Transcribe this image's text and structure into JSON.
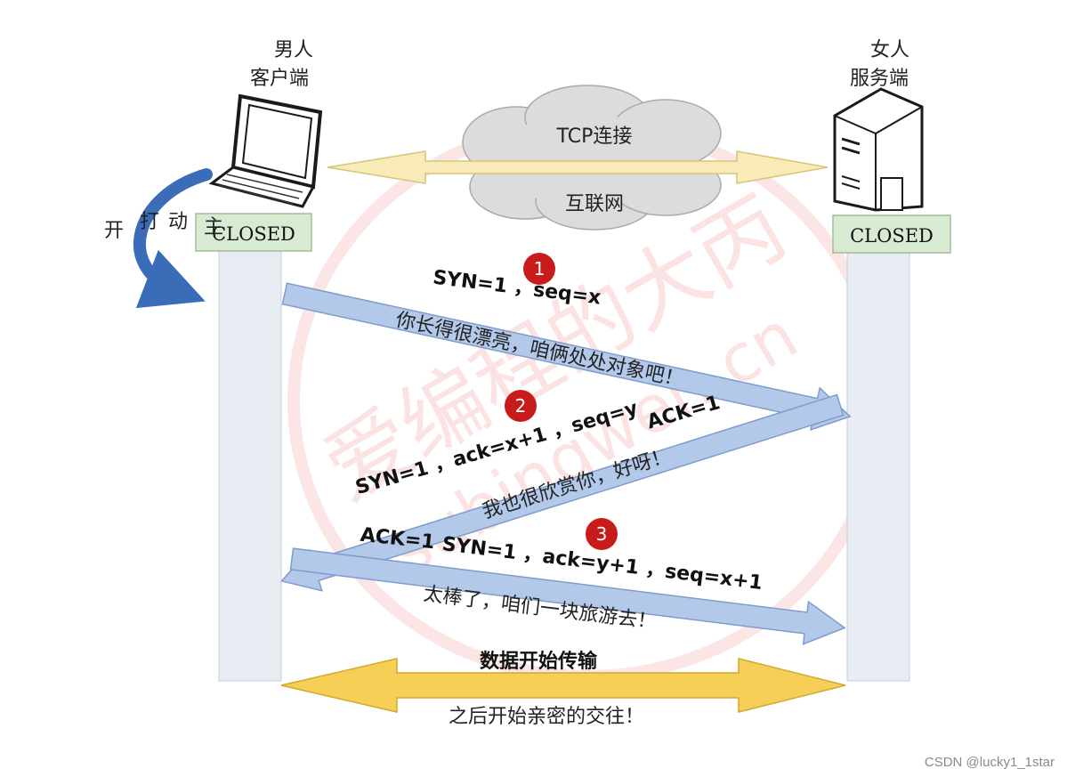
{
  "client": {
    "line1": "男人",
    "line2": "客户端",
    "state": "CLOSED",
    "action": [
      "主",
      "动",
      "打",
      "开"
    ]
  },
  "server": {
    "line1": "女人",
    "line2": "服务端",
    "state": "CLOSED"
  },
  "cloud": {
    "top": "TCP连接",
    "bottom": "互联网"
  },
  "steps": [
    {
      "num": "1",
      "header": "SYN=1 ，seq=x",
      "caption": "你长得很漂亮，咱俩处处对象吧！"
    },
    {
      "num": "2",
      "header_a": "SYN=1 ，ack=x+1 ，seq=y",
      "header_b": "ACK=1",
      "caption": "我也很欣赏你，好呀！"
    },
    {
      "num": "3",
      "header_a": "ACK=1",
      "header_b": "SYN=1 ，ack=y+1 ，seq=x+1",
      "caption": "太棒了，咱们一块旅游去！"
    }
  ],
  "transfer": {
    "title": "数据开始传输",
    "caption": "之后开始亲密的交往！"
  },
  "watermark": {
    "cn": "爱编程的大丙",
    "en": "subingwen.cn"
  },
  "credit": "CSDN @lucky1_1star",
  "colors": {
    "lane": "#e8ecf3",
    "state_box": "#d9ead3",
    "arrow_blue": "#b3c9ea",
    "arrow_gold": "#f6cf57",
    "badge": "#c81c1c",
    "curve": "#3a6cb8"
  }
}
